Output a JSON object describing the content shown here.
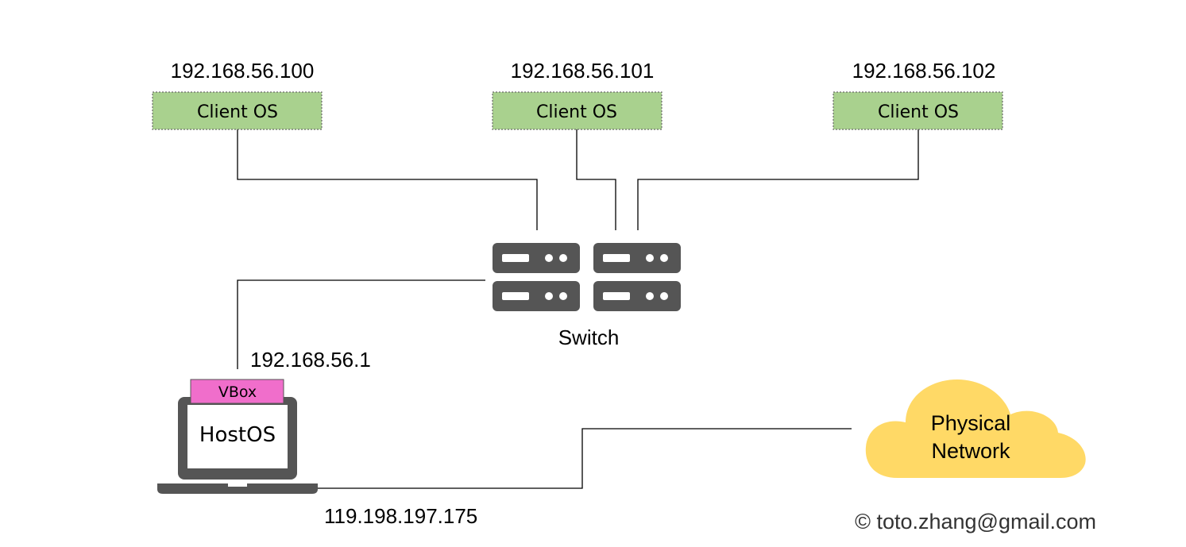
{
  "clients": [
    {
      "ip": "192.168.56.100",
      "label": "Client OS"
    },
    {
      "ip": "192.168.56.101",
      "label": "Client OS"
    },
    {
      "ip": "192.168.56.102",
      "label": "Client OS"
    }
  ],
  "switch": {
    "label": "Switch"
  },
  "host": {
    "label": "HostOS",
    "vbox_label": "VBox",
    "internal_ip": "192.168.56.1",
    "external_ip": "119.198.197.175"
  },
  "cloud": {
    "line1": "Physical",
    "line2": "Network"
  },
  "copyright": "© toto.zhang@gmail.com",
  "colors": {
    "client_fill": "#a9d18e",
    "vbox_fill": "#f06ecb",
    "cloud_fill": "#ffd966",
    "device_gray": "#555555"
  },
  "icons": [
    "server-icon",
    "laptop-icon",
    "cloud-icon"
  ]
}
